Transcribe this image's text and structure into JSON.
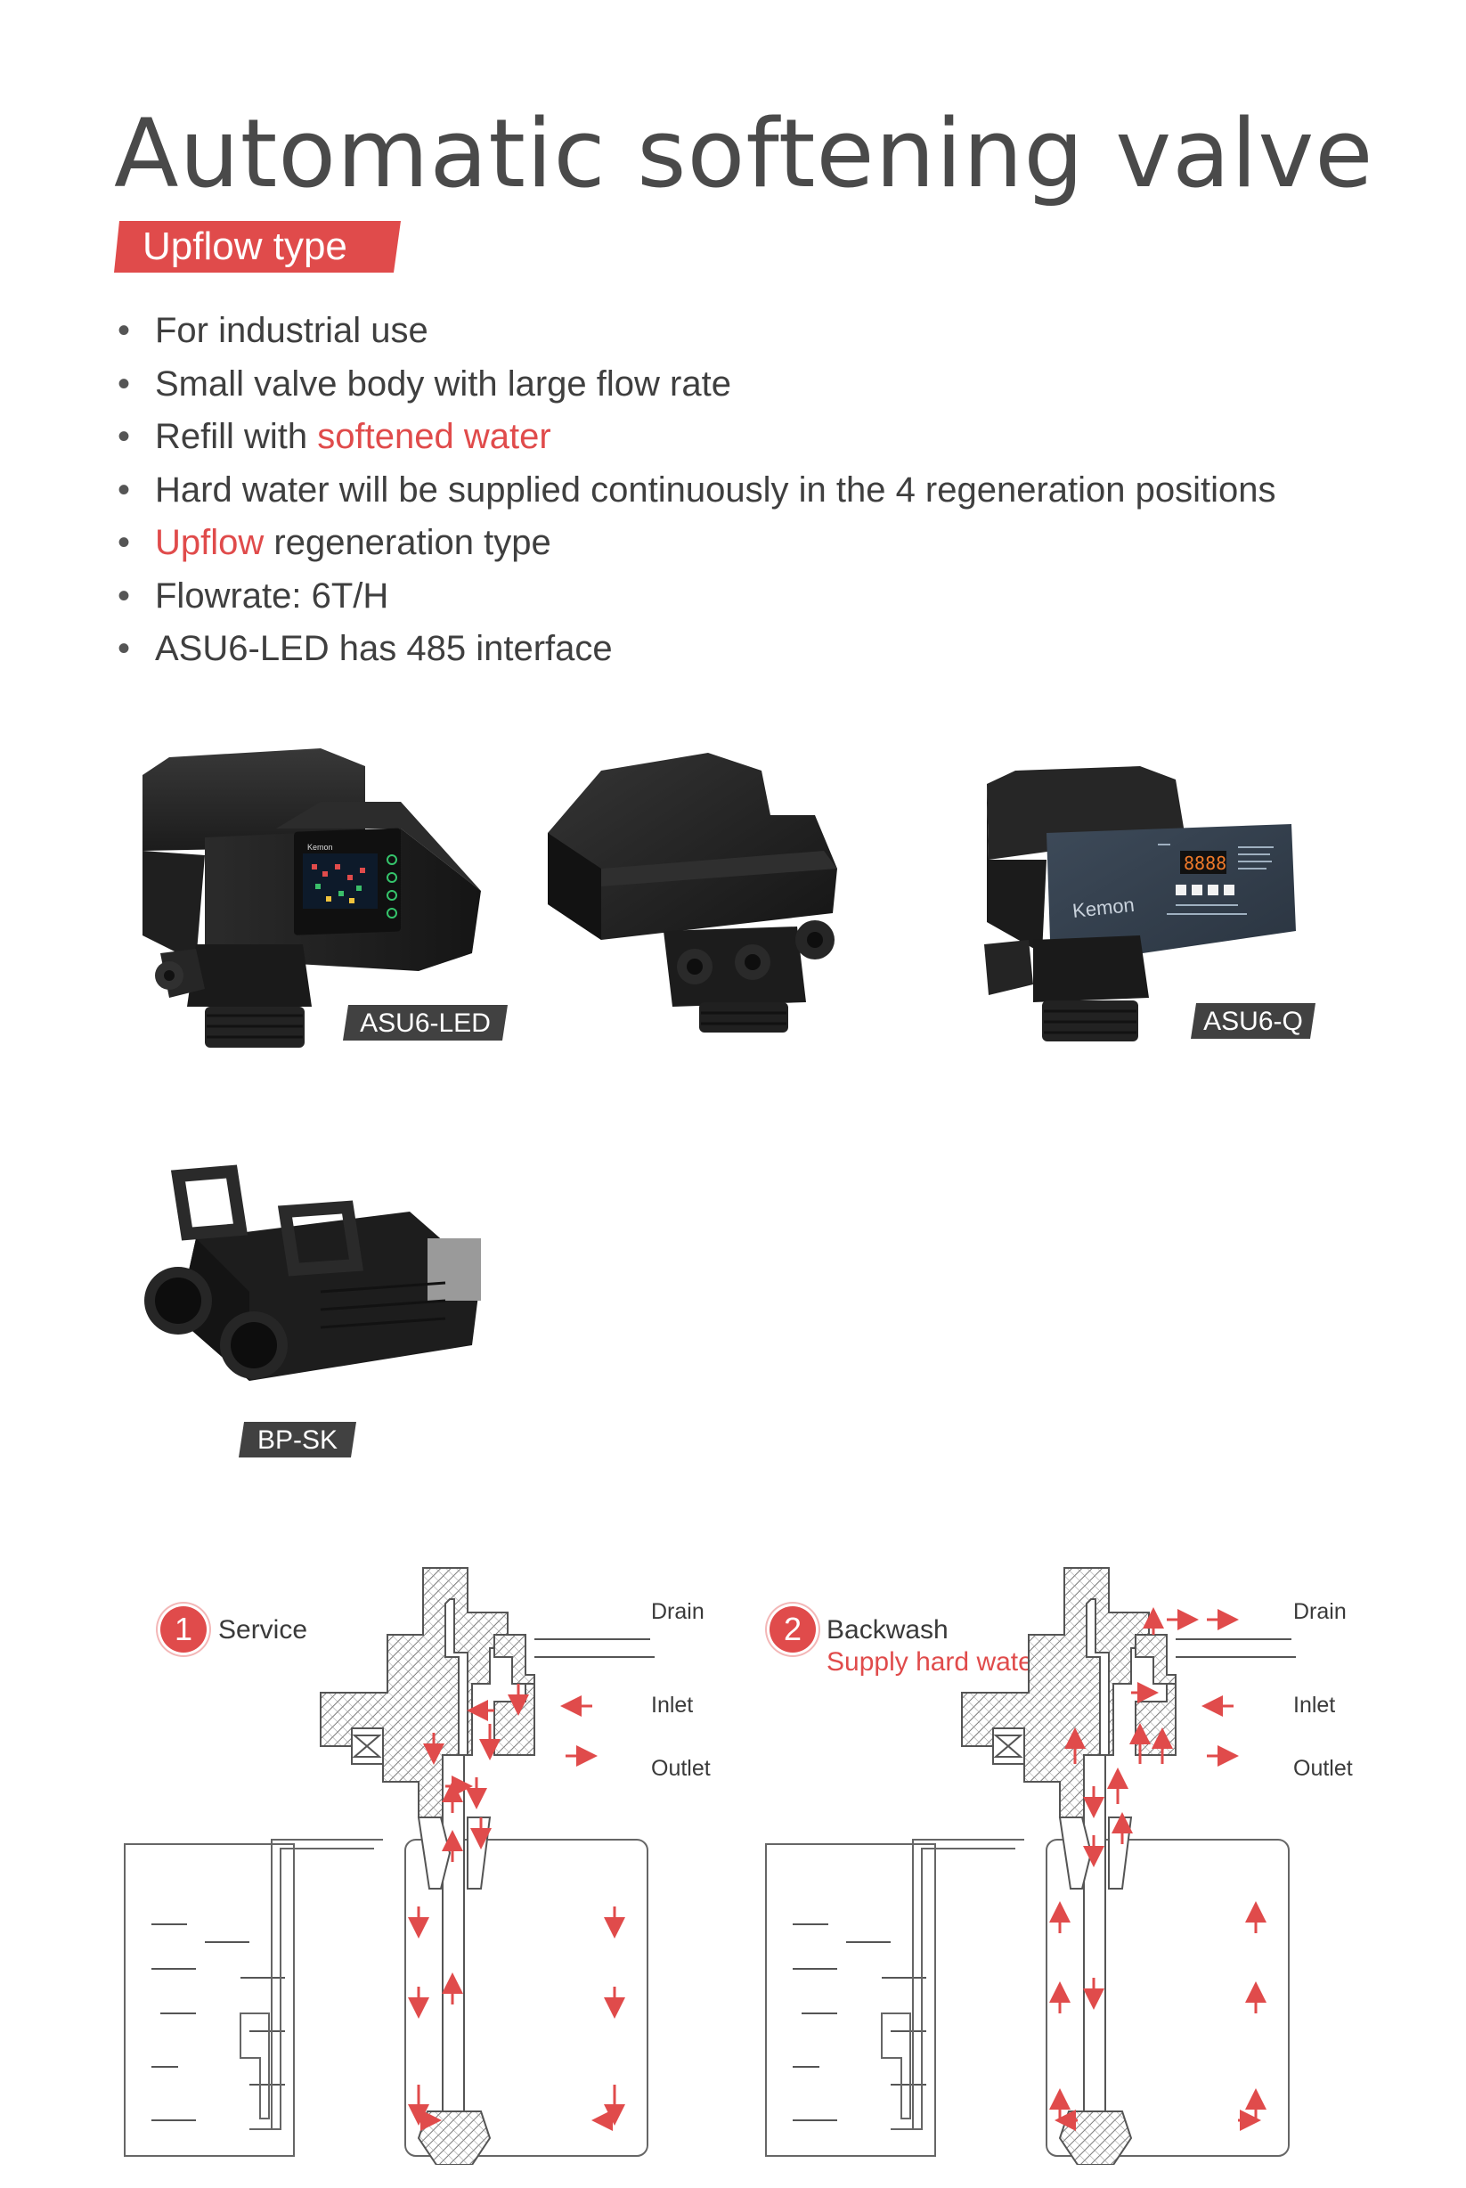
{
  "header": {
    "title": "Automatic softening valve",
    "subtitle": "Upflow type",
    "accent_color": "#e04b4b"
  },
  "features": [
    {
      "pre": "For industrial use",
      "hl": "",
      "post": ""
    },
    {
      "pre": "Small valve body with large flow rate",
      "hl": "",
      "post": ""
    },
    {
      "pre": "Refill with ",
      "hl": "softened water",
      "post": ""
    },
    {
      "pre": "Hard water will be supplied continuously in the 4 regeneration positions",
      "hl": "",
      "post": ""
    },
    {
      "pre": "",
      "hl": "Upflow",
      "post": " regeneration type"
    },
    {
      "pre": "Flowrate: 6T/H",
      "hl": "",
      "post": ""
    },
    {
      "pre": "ASU6-LED has 485 interface",
      "hl": "",
      "post": ""
    }
  ],
  "products": {
    "led_label": "ASU6-LED",
    "q_label": "ASU6-Q",
    "bp_label": "BP-SK",
    "brand": "Kemon",
    "q_display": "8888"
  },
  "diagrams": [
    {
      "number": "1",
      "title": "Service",
      "subtitle": "",
      "drain": "Drain",
      "inlet": "Inlet",
      "outlet": "Outlet"
    },
    {
      "number": "2",
      "title": "Backwash",
      "subtitle": "Supply hard water",
      "drain": "Drain",
      "inlet": "Inlet",
      "outlet": "Outlet"
    }
  ]
}
